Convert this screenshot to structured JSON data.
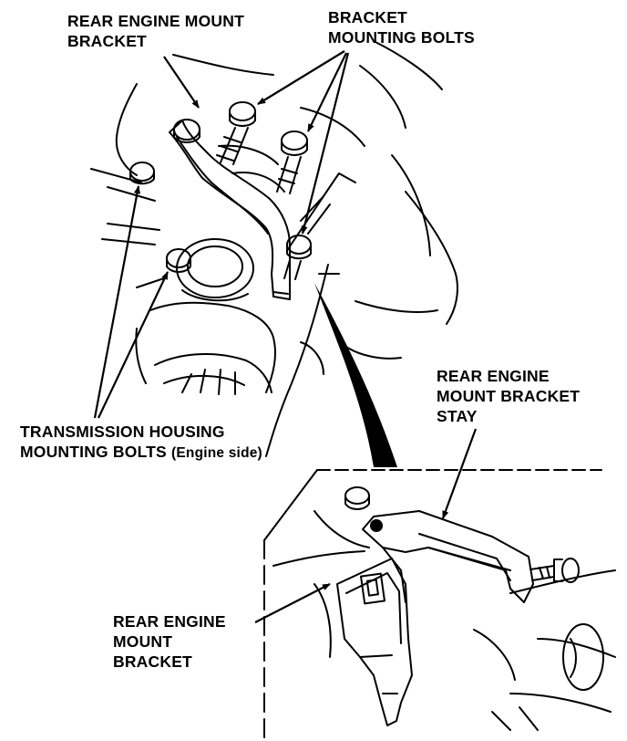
{
  "labels": {
    "rear_engine_mount_bracket_top": [
      "REAR ENGINE MOUNT",
      "BRACKET"
    ],
    "bracket_mounting_bolts": [
      "BRACKET",
      "MOUNTING BOLTS"
    ],
    "transmission_housing_mounting_bolts": [
      "TRANSMISSION HOUSING",
      "MOUNTING BOLTS",
      "(Engine side)"
    ],
    "rear_engine_mount_bracket_stay": [
      "REAR ENGINE",
      "MOUNT BRACKET",
      "STAY"
    ],
    "rear_engine_mount_bracket_bottom": [
      "REAR ENGINE",
      "MOUNT",
      "BRACKET"
    ]
  }
}
